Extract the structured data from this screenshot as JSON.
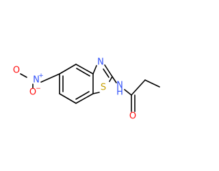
{
  "atoms": {
    "n_nitro": "N",
    "n_nitro_charge": "+",
    "o_nitro_top": "O",
    "o_nitro_bottom": "O",
    "o_nitro_bottom_charge": "−",
    "n_thiazole": "N",
    "s_thiazole": "S",
    "n_amide": "N",
    "h_amide": "H",
    "o_carbonyl": "O"
  },
  "colors": {
    "carbon_bond": "#000000",
    "nitrogen": "#3050F8",
    "oxygen": "#FF0D0D",
    "sulfur": "#C8A000"
  }
}
